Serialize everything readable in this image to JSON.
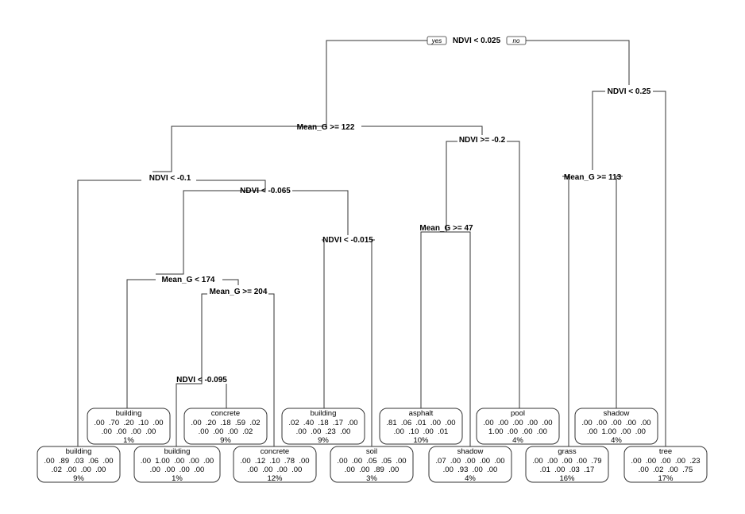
{
  "tree": {
    "yes_label": "yes",
    "no_label": "no",
    "splits": {
      "root": "NDVI < 0.025",
      "mean_g_122": "Mean_G >= 122",
      "ndvi_025": "NDVI < 0.25",
      "ndvi_neg_01": "NDVI < -0.1",
      "ndvi_neg_065": "NDVI < -0.065",
      "mean_g_174": "Mean_G < 174",
      "mean_g_204": "Mean_G >= 204",
      "ndvi_neg_095": "NDVI < -0.095",
      "ndvi_neg_015": "NDVI < -0.015",
      "ndvi_neg_02": "NDVI >= -0.2",
      "mean_g_47": "Mean_G >= 47",
      "mean_g_113": "Mean_G >= 113"
    },
    "leaves": {
      "building_a": {
        "class": "building",
        "row1": ".00  .89  .03  .06  .00",
        "row2": ".02  .00  .00  .00",
        "pct": "9%"
      },
      "building_b": {
        "class": "building",
        "row1": ".00  .70  .20  .10  .00",
        "row2": ".00  .00  .00  .00",
        "pct": "1%"
      },
      "building_c": {
        "class": "building",
        "row1": ".00  1.00  .00  .00  .00",
        "row2": ".00  .00  .00  .00",
        "pct": "1%"
      },
      "concrete_a": {
        "class": "concrete",
        "row1": ".00  .20  .18  .59  .02",
        "row2": ".00  .00  .00  .02",
        "pct": "9%"
      },
      "concrete_b": {
        "class": "concrete",
        "row1": ".00  .12  .10  .78  .00",
        "row2": ".00  .00  .00  .00",
        "pct": "12%"
      },
      "building_d": {
        "class": "building",
        "row1": ".02  .40  .18  .17  .00",
        "row2": ".00  .00  .23  .00",
        "pct": "9%"
      },
      "soil": {
        "class": "soil",
        "row1": ".00  .00  .05  .05  .00",
        "row2": ".00  .00  .89  .00",
        "pct": "3%"
      },
      "asphalt": {
        "class": "asphalt",
        "row1": ".81  .06  .01  .00  .00",
        "row2": ".00  .10  .00  .01",
        "pct": "10%"
      },
      "shadow_a": {
        "class": "shadow",
        "row1": ".07  .00  .00  .00  .00",
        "row2": ".00  .93  .00  .00",
        "pct": "4%"
      },
      "pool": {
        "class": "pool",
        "row1": ".00  .00  .00  .00  .00",
        "row2": "1.00  .00  .00  .00",
        "pct": "4%"
      },
      "grass": {
        "class": "grass",
        "row1": ".00  .00  .00  .00  .79",
        "row2": ".01  .00  .03  .17",
        "pct": "16%"
      },
      "shadow_b": {
        "class": "shadow",
        "row1": ".00  .00  .00  .00  .00",
        "row2": ".00  1.00  .00  .00",
        "pct": "4%"
      },
      "tree": {
        "class": "tree",
        "row1": ".00  .00  .00  .00  .23",
        "row2": ".00  .02  .00  .75",
        "pct": "17%"
      }
    }
  }
}
